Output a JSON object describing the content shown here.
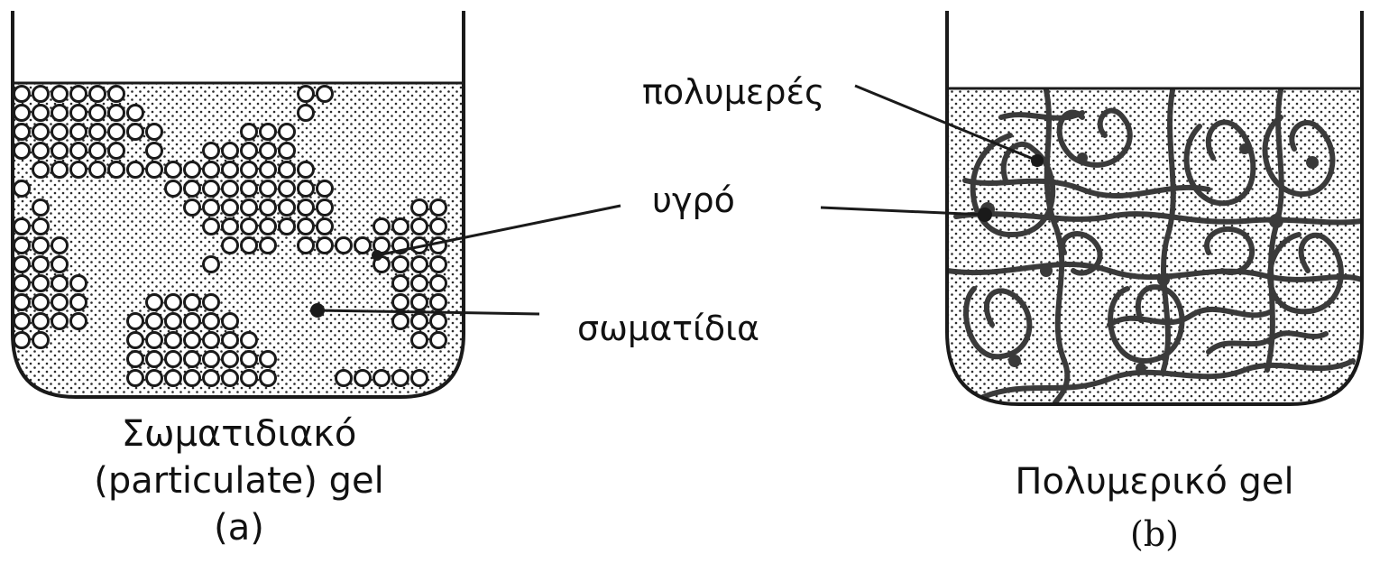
{
  "labels": {
    "polymer": "πολυμερές",
    "liquid": "υγρό",
    "particles": "σωματίδια"
  },
  "caption_a": {
    "line1": "Σωματιδιακό",
    "line2": "(particulate) gel",
    "line3": "(a)"
  },
  "caption_b": {
    "line1": "Πολυμερικό gel",
    "line2": "(b)"
  },
  "colors": {
    "ink": "#1a1a1a",
    "liquid_dot": "#2a2a2a",
    "background": "#ffffff"
  }
}
